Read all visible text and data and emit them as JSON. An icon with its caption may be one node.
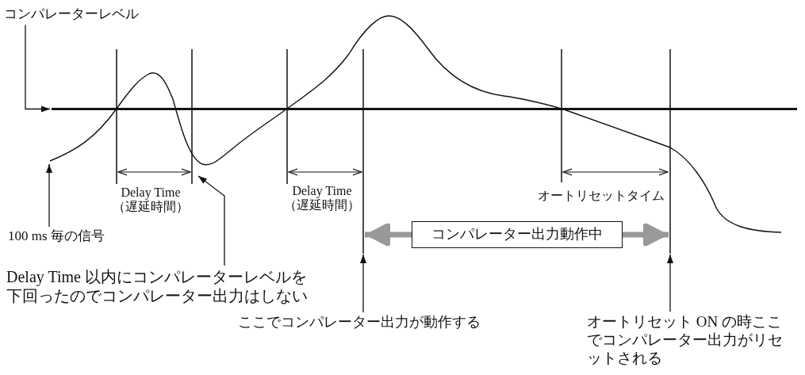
{
  "diagram": {
    "nodes": [
      {
        "text": [
          "コンパレーターレベル"
        ]
      },
      {
        "text": [
          "コンパレーター出力動作中"
        ]
      },
      {
        "text": [
          "100 ms 毎の信号"
        ]
      },
      {
        "text": [
          "Delay Time 以内にコンパレーターレベルを下回ったのでコンパレーター出力はしない"
        ]
      },
      {
        "text": [
          "ここでコンパレーター出力が動作する"
        ]
      },
      {
        "text": [
          "オートリセット ON の時ここでコンパレーター出力がリセットされる"
        ]
      }
    ],
    "edges": [
      {
        "from": 0,
        "to": null,
        "arrow": "to"
      },
      {
        "from": 2,
        "to": null,
        "arrow": "to"
      },
      {
        "from": 3,
        "to": null,
        "arrow": "to"
      },
      {
        "from": 4,
        "to": null,
        "arrow": "to"
      },
      {
        "from": 5,
        "to": null,
        "arrow": "to"
      },
      {
        "from": 1,
        "to": null,
        "arrow": "to",
        "style": "thick",
        "color": "#999999"
      },
      {
        "from": 1,
        "to": null,
        "arrow": "to",
        "style": "thick",
        "color": "#999999"
      }
    ],
    "labels": [
      "Delay Time （遅延時間）",
      "Delay Time （遅延時間）",
      "オートリセットタイム"
    ]
  }
}
